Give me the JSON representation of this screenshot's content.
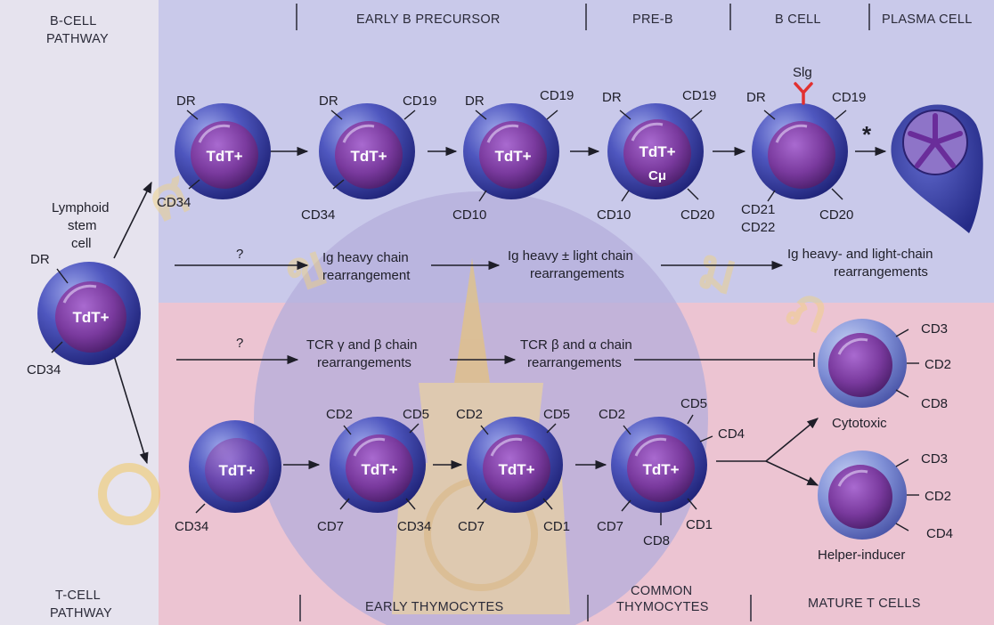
{
  "headers": {
    "b_pathway": [
      "B-CELL",
      "PATHWAY"
    ],
    "t_pathway": [
      "T-CELL",
      "PATHWAY"
    ],
    "early_b_precursor": "EARLY B PRECURSOR",
    "pre_b": "PRE-B",
    "b_cell": "B CELL",
    "plasma_cell": "PLASMA CELL",
    "early_thymocytes": "EARLY THYMOCYTES",
    "common_thymocytes": [
      "COMMON",
      "THYMOCYTES"
    ],
    "mature_t_cells": "MATURE T CELLS"
  },
  "stem_cell": {
    "label": [
      "Lymphoid",
      "stem",
      "cell"
    ],
    "marker": "TdT+",
    "dr": "DR",
    "cd34": "CD34"
  },
  "b_cells": [
    {
      "marker": "TdT+",
      "labels": [
        "DR",
        "CD34"
      ]
    },
    {
      "marker": "TdT+",
      "labels": [
        "DR",
        "CD19",
        "CD34"
      ]
    },
    {
      "marker": "TdT+",
      "labels": [
        "DR",
        "CD19",
        "CD10"
      ]
    },
    {
      "marker": "TdT+",
      "cmu": "Cμ",
      "labels": [
        "DR",
        "CD19",
        "CD10",
        "CD20"
      ]
    },
    {
      "marker": "",
      "labels": [
        "Slg",
        "DR",
        "CD19",
        "CD21",
        "CD22",
        "CD20"
      ]
    }
  ],
  "plasma_star": "*",
  "rearrangements": {
    "q1": "?",
    "q2": "?",
    "ig_heavy": [
      "Ig heavy chain",
      "rearrangement"
    ],
    "ig_heavy_light": [
      "Ig heavy ± light chain",
      "rearrangements"
    ],
    "ig_both": [
      "Ig heavy- and light-chain",
      "rearrangements"
    ],
    "tcr_gb": [
      "TCR γ and β chain",
      "rearrangements"
    ],
    "tcr_ba": [
      "TCR β and α chain",
      "rearrangements"
    ]
  },
  "t_cells": [
    {
      "marker": "TdT+",
      "labels": [
        "CD34"
      ]
    },
    {
      "marker": "TdT+",
      "labels": [
        "CD2",
        "CD5",
        "CD7",
        "CD34"
      ]
    },
    {
      "marker": "TdT+",
      "labels": [
        "CD2",
        "CD5",
        "CD7",
        "CD1"
      ]
    },
    {
      "marker": "TdT+",
      "labels": [
        "CD2",
        "CD5",
        "CD4",
        "CD7",
        "CD8",
        "CD1"
      ]
    }
  ],
  "mature_t": [
    {
      "name": "Cytotoxic",
      "labels": [
        "CD3",
        "CD2",
        "CD8"
      ]
    },
    {
      "name": "Helper-inducer",
      "labels": [
        "CD3",
        "CD2",
        "CD4"
      ]
    }
  ],
  "colors": {
    "b_band": "#c9c9ea",
    "t_band": "#ecc4d2",
    "center_disc": "#b4aedb",
    "cell_outer": "#3b3fa0",
    "cell_inner": "#7a3a9e",
    "igR_arrow": "#e23030",
    "watermark": "#f2d27a"
  }
}
